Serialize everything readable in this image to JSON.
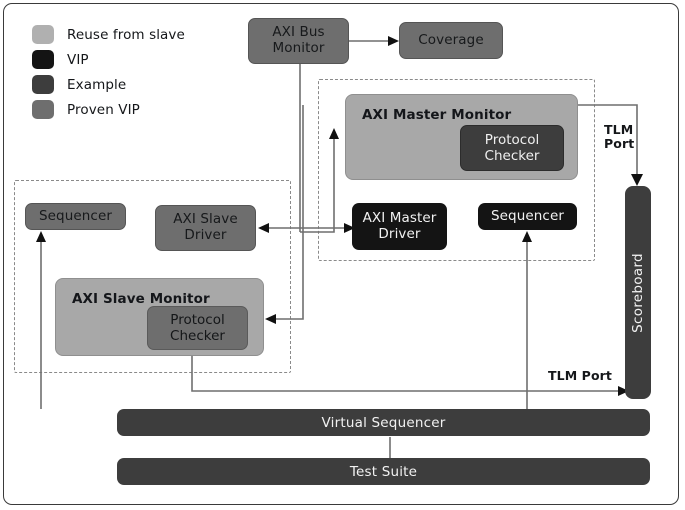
{
  "legend": {
    "items": [
      {
        "label": "Reuse from slave",
        "color": "#b0b0b0"
      },
      {
        "label": "VIP",
        "color": "#141414"
      },
      {
        "label": "Example",
        "color": "#3d3d3d"
      },
      {
        "label": "Proven VIP",
        "color": "#6e6e6e"
      }
    ]
  },
  "nodes": {
    "axi_bus_monitor": "AXI Bus Monitor",
    "coverage": "Coverage",
    "axi_master_monitor": "AXI Master Monitor",
    "master_protocol_checker": "Protocol Checker",
    "axi_master_driver": "AXI Master Driver",
    "master_sequencer": "Sequencer",
    "slave_sequencer": "Sequencer",
    "axi_slave_driver": "AXI Slave Driver",
    "axi_slave_monitor": "AXI Slave Monitor",
    "slave_protocol_checker": "Protocol Checker",
    "scoreboard": "Scoreboard",
    "virtual_sequencer": "Virtual Sequencer",
    "test_suite": "Test Suite"
  },
  "labels": {
    "tlm_port_vertical": "TLM\nPort",
    "tlm_port_vertical_line1": "TLM",
    "tlm_port_vertical_line2": "Port",
    "tlm_port_horizontal": "TLM Port"
  }
}
